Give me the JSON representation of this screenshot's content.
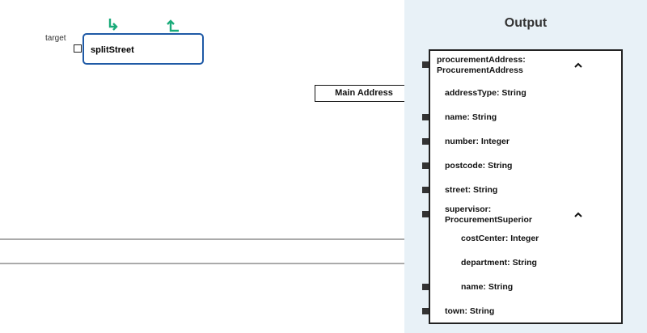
{
  "node": {
    "target_label": "target",
    "input_value": "splitStreet"
  },
  "mapping": {
    "main_address_label": "Main Address"
  },
  "output": {
    "title": "Output",
    "fields": {
      "procurement_line1": "procurementAddress:",
      "procurement_line2": "ProcurementAddress",
      "addressType": "addressType: String",
      "name": "name: String",
      "number": "number: Integer",
      "postcode": "postcode: String",
      "street": "street: String",
      "supervisor_line1": "supervisor:",
      "supervisor_line2": "ProcurementSuperior",
      "costCenter": "costCenter: Integer",
      "department": "department: String",
      "supervisor_name": "name: String",
      "town": "town: String"
    }
  },
  "colors": {
    "accent_green": "#1aab7a",
    "node_border": "#1f5aa6",
    "panel_bg": "#e8f1f7",
    "connector": "#555555"
  }
}
